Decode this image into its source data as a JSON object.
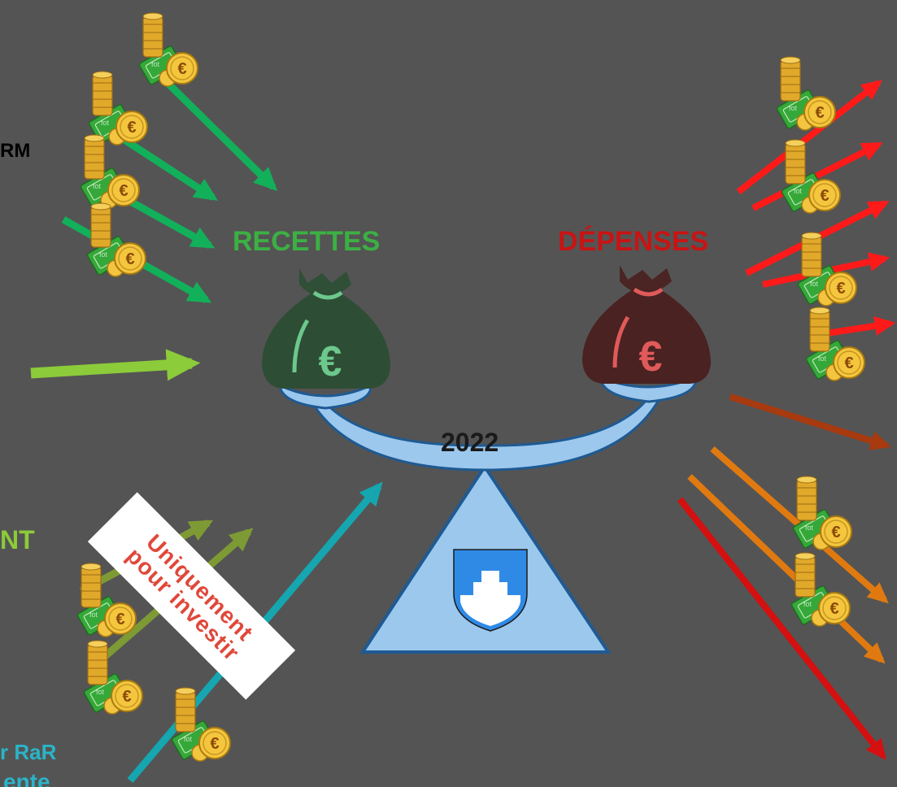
{
  "labels": {
    "recettes": "RECETTES",
    "depenses": "DÉPENSES",
    "year": "2022",
    "cut_rm": "RM",
    "cut_nt": "NT",
    "cut_rar": "r RaR",
    "cut_ente": "ente",
    "banner_line1": "Uniquement",
    "banner_line2": "pour investir"
  },
  "coin_stack_caption": "fot",
  "colors": {
    "background": "#545454",
    "recettes_green": "#3cb043",
    "depenses_red": "#c81414",
    "scale_blue": "#9cc8ee",
    "scale_outline": "#1f5a92",
    "arrow_green": "#12b05a",
    "arrow_lime": "#8ccb3a",
    "arrow_olive": "#7e9a34",
    "arrow_teal": "#15a6b0",
    "arrow_red": "#ff1a1a",
    "arrow_brown": "#a83a10",
    "arrow_orange": "#e07a10",
    "arrow_darkred": "#d41010",
    "text_teal": "#2ab4c8",
    "banner_text": "#e0483a"
  },
  "icons": [
    "money-bag-icon",
    "euro-coin-icon",
    "banknote-icon",
    "coat-of-arms-icon",
    "arrow-icon"
  ]
}
